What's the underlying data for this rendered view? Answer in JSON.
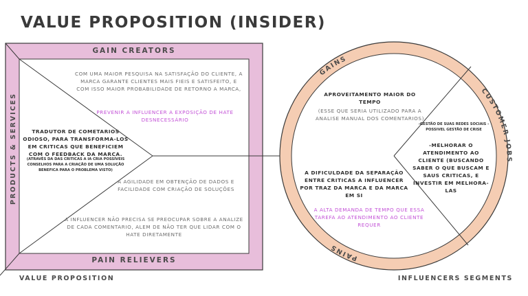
{
  "title": "VALUE PROPOSITION (INSIDER)",
  "value_map": {
    "gain_creators_label": "GAIN CREATORS",
    "pain_relievers_label": "PAIN RELIEVERS",
    "products_services_label": "PRODUCTS & SERVICES",
    "gain_creators_text": "COM UMA MAIOR PESQUISA NA SATISFAÇÃO DO CLIENTE, A MARCA GARANTE CLIENTES MAIS FIEIS E SATISFEITO, E COM ISSO MAIOR PROBABILIDADE DE RETORNO A MARCA,",
    "gain_creators_highlight": "PREVENIR A INFLUENCER A EXPOSIÇÃO DE HATE DESNECESSÁRIO",
    "pain_relievers_text_1": "A AGILIDADE EM OBTENÇÃO DE DADOS E FACILIDADE COM CRIAÇÃO DE SOLUÇÕES",
    "pain_relievers_text_2": "A INFLUENCER NÃO PRECISA SE PREOCUPAR SOBRE A ANALIZE DE CADA COMENTARIO, ALEM DE NÃO TER QUE LIDAR COM O HATE DIRETAMENTE",
    "product_text": "TRADUTOR DE COMETARIOS ODIOSO, PARA TRANSFORMA-LOS EM CRITICAS QUE BENEFICIEM COM O FEEDBACK DA MARCA.",
    "product_note": "(ATRAVÉS DA DAS CRITICAS A IA CRIA POSSÍVEIS CONSELHOS PARA A CRIAÇÃO DE UMA SOLUÇÃO BENEFICA PARA O PROBLEMA VISTO)"
  },
  "customer_profile": {
    "gains_label": "GAINS",
    "pains_label": "PAINS",
    "customer_jobs_label": "CUSTOMER JOBS",
    "gains_text": "APROVEITAMENTO MAIOR DO TEMPO",
    "gains_subtext": "(ESSE QUE SERIA UTILIZADO PARA A ANALISE MANUAL DOS COMENTARIOS)",
    "pains_text": "A DIFICULDADE DA SEPARAÇÃO ENTRE CRITICAS A INFLUENCER POR TRAZ DA MARCA E DA MARCA EM SI",
    "pains_highlight": "A ALTA DEMANDA DE TEMPO QUE ESSA TAREFA AO ATENDIMENTO AO CLIENTE REQUER",
    "jobs_small": "-GESTÃO DE SUAS REDES SOCIAIS -POSSIVEL GESTÃO DE CRISE",
    "jobs_text": "-MELHORAR O ATENDIMENTO AO CLIENTE (BUSCANDO SABER O QUE BUSCAM E SAUS CRITICAS, E INVESTIR EM MELHORA-LAS"
  },
  "footer": {
    "left": "VALUE PROPOSITION",
    "right": "INFLUENCERS SEGMENTS"
  },
  "colors": {
    "pink": "#e8bedb",
    "peach": "#f5cdb3",
    "dark": "#3a3a3a",
    "highlight": "#c24fd6"
  }
}
